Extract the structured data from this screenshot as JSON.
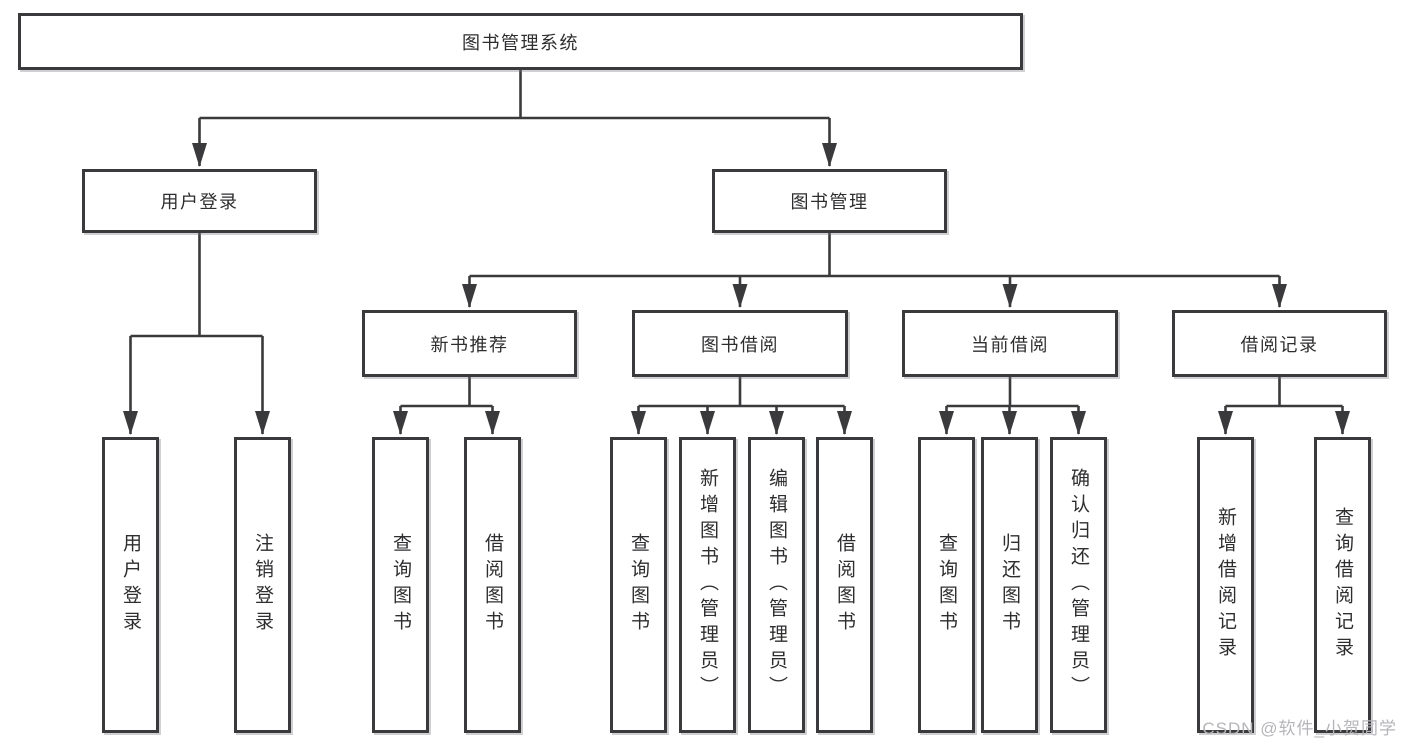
{
  "diagram": {
    "title": "图书管理系统",
    "tree": {
      "root_label": "图书管理系统",
      "level1": [
        {
          "label": "用户登录",
          "leaves": [
            "用户登录",
            "注销登录"
          ]
        },
        {
          "label": "图书管理",
          "level2": [
            {
              "label": "新书推荐",
              "leaves": [
                "查询图书",
                "借阅图书"
              ]
            },
            {
              "label": "图书借阅",
              "leaves": [
                "查询图书",
                "新增图书（管理员）",
                "编辑图书（管理员）",
                "借阅图书"
              ]
            },
            {
              "label": "当前借阅",
              "leaves": [
                "查询图书",
                "归还图书",
                "确认归还（管理员）"
              ]
            },
            {
              "label": "借阅记录",
              "leaves": [
                "新增借阅记录",
                "查询借阅记录"
              ]
            }
          ]
        }
      ]
    },
    "colors": {
      "line": "#3a3a3c",
      "box_border": "#3a3a3c",
      "text": "#2e2e30",
      "watermark": "#b5b5ba",
      "background": "#ffffff"
    }
  },
  "watermark": {
    "text": "CSDN @软件_小贺同学"
  }
}
